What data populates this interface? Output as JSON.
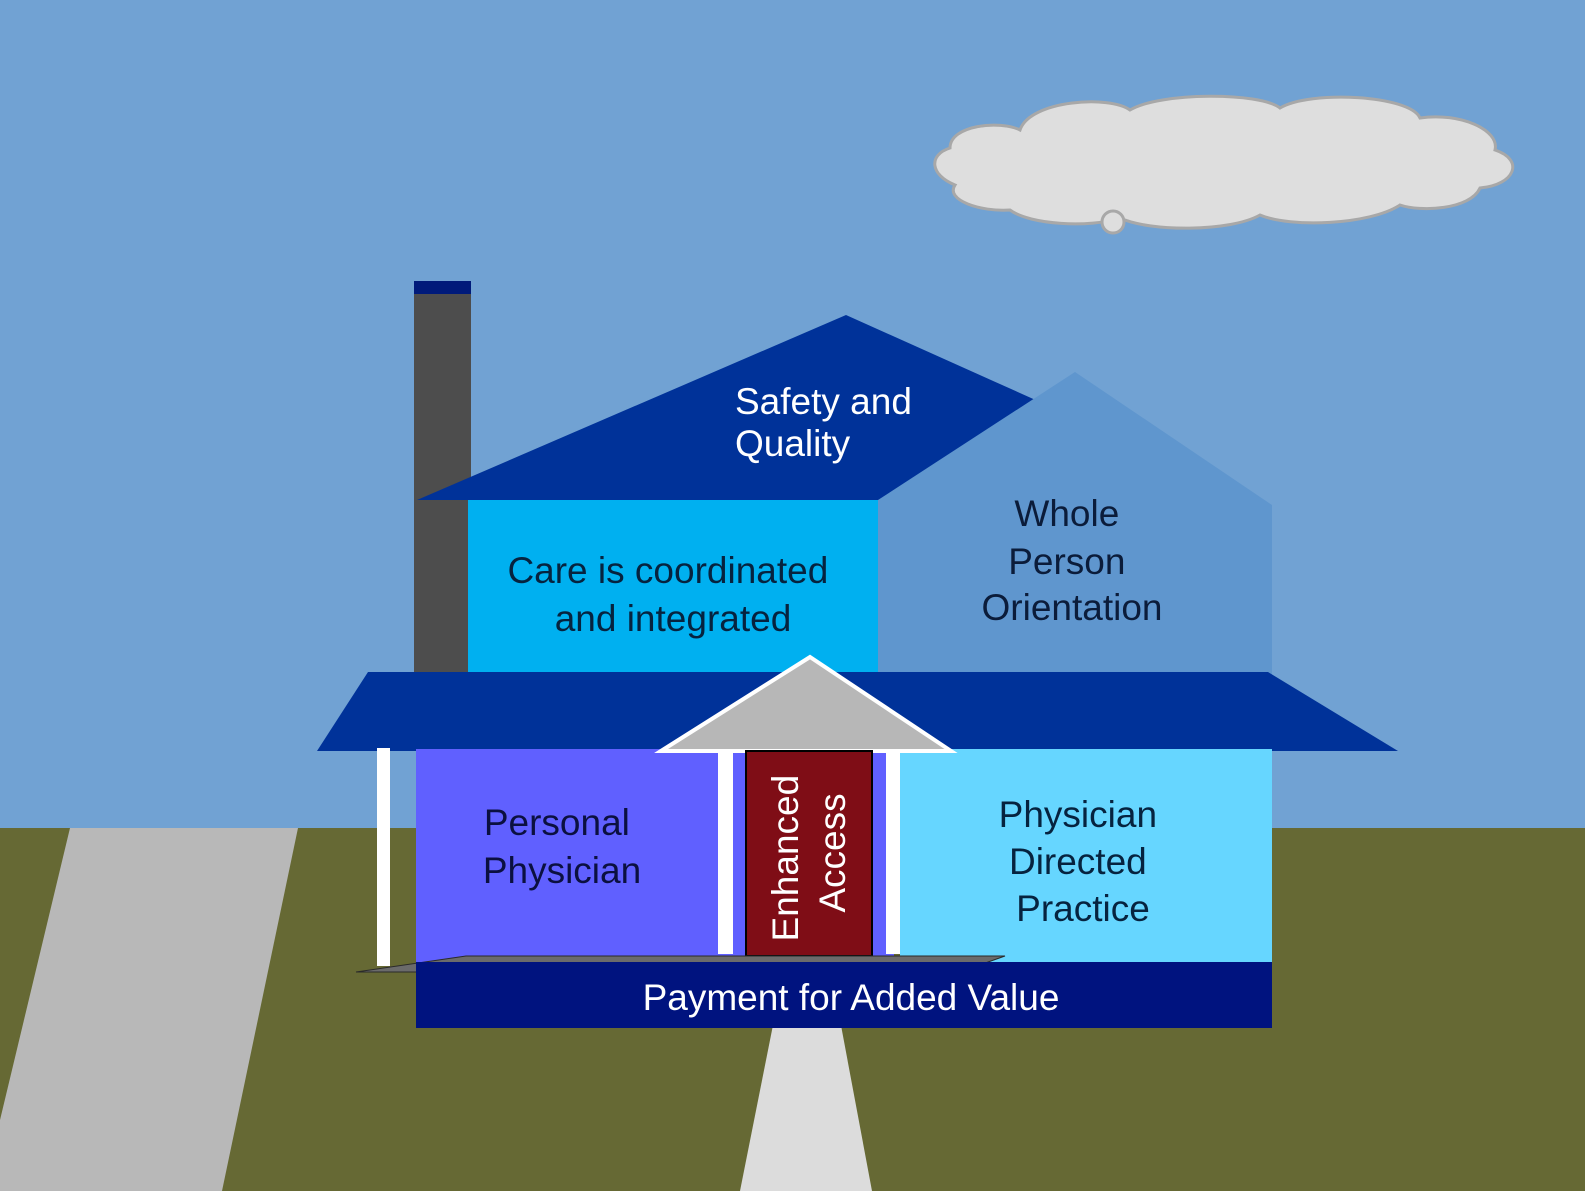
{
  "colors": {
    "sky": "#71a2d3",
    "ground": "#666934",
    "path": "#b8b8b8",
    "walkway": "#dcdcdc",
    "cloud": "#dedede",
    "chimney": "#4d4d4d",
    "chimney_cap": "#001a7a",
    "roof": "#003299",
    "care_block": "#00b0f0",
    "whole_person_block": "#5f96ce",
    "personal_block": "#6060ff",
    "directed_block": "#66d6ff",
    "enhanced_access_door": "#7f0d16",
    "foundation": "#00137f",
    "porch_gable": "#b7b7b7",
    "column": "#ffffff"
  },
  "labels": {
    "safety_quality": [
      "Safety and",
      "Quality"
    ],
    "care_coordinated": [
      "Care is coordinated",
      "and integrated"
    ],
    "whole_person": [
      "Whole",
      "Person",
      "Orientation"
    ],
    "personal_physician": [
      "Personal",
      "Physician"
    ],
    "enhanced_access": [
      "Enhanced",
      "Access"
    ],
    "physician_directed": [
      "Physician",
      "Directed",
      "Practice"
    ],
    "payment": "Payment for Added Value"
  }
}
